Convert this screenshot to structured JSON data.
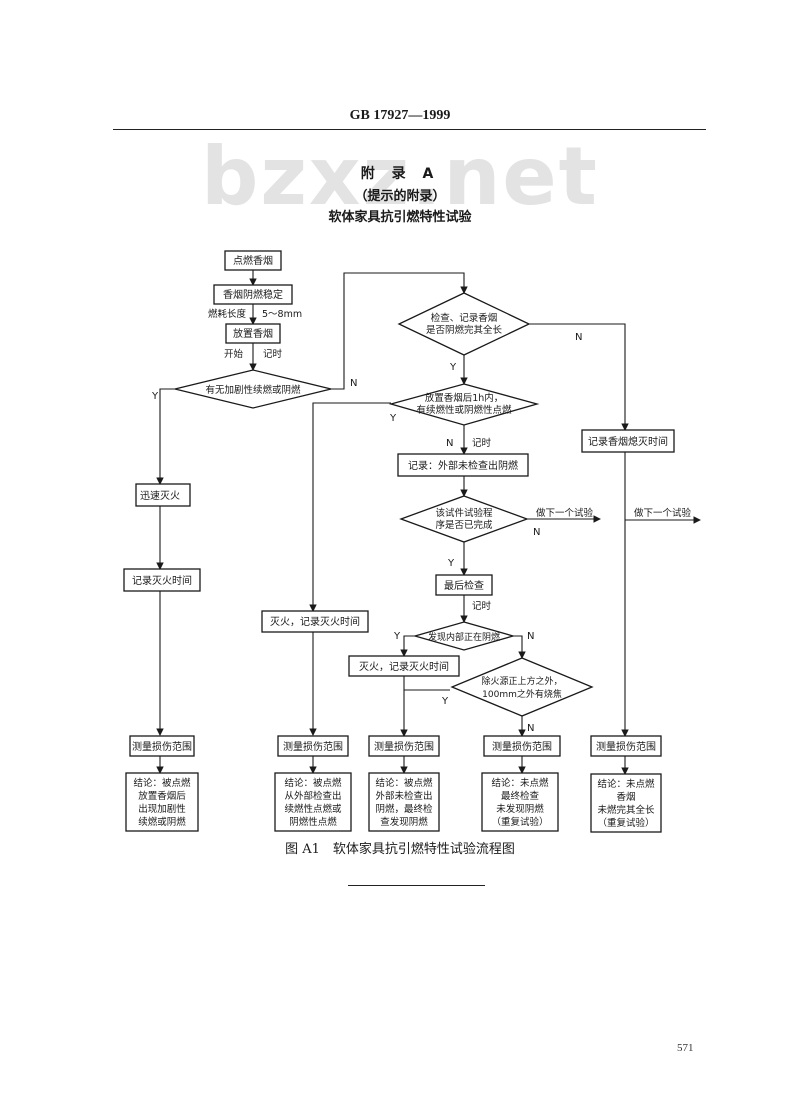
{
  "header": {
    "code": "GB 17927—1999"
  },
  "watermark": "bzxz.net",
  "title": {
    "appendix": "附 录 A",
    "note": "（提示的附录）",
    "name": "软体家具抗引燃特性试验"
  },
  "flowchart": {
    "light_cigarette": "点燃香烟",
    "smolder_stable": "香烟阴燃稳定",
    "burn_length_label": "燃耗长度",
    "burn_length_value": "5～8mm",
    "place_cigarette": "放置香烟",
    "start": "开始",
    "timing": "记时",
    "q_intense": "有无加剧性续燃或阴燃",
    "extinguish_fast": "迅速灭火",
    "record_ext_time": "记录灭火时间",
    "measure_damage": "测量损伤范围",
    "conclusion_1": [
      "结论：被点燃",
      "放置香烟后",
      "出现加剧性",
      "续燃或阴燃"
    ],
    "q_check_full_1": "检查、记录香烟",
    "q_check_full_2": "是否阴燃完其全长",
    "q_1h_1": "放置香烟后1h内，",
    "q_1h_2": "有续燃性或阴燃性点燃",
    "ext_record_time": "灭火，记录灭火时间",
    "record_no_ext_smolder": "记录：外部未检查出阴燃",
    "q_complete_1": "该试件试验程",
    "q_complete_2": "序是否已完成",
    "next_test": "做下一个试验",
    "final_check": "最后检查",
    "q_internal": "发现内部正在阴燃",
    "ext_record_time_2": "灭火，记录灭火时间",
    "q_scorch_1": "除火源正上方之外，",
    "q_scorch_2": "100mm之外有烧焦",
    "record_cig_out_time": "记录香烟熄灭时间",
    "conclusion_2": [
      "结论：被点燃",
      "从外部检查出",
      "续燃性点燃或",
      "阴燃性点燃"
    ],
    "conclusion_3": [
      "结论：被点燃",
      "外部未检查出",
      "阴燃，最终检",
      "查发现阴燃"
    ],
    "conclusion_4": [
      "结论：未点燃",
      "最终检查",
      "未发现阴燃",
      "（重复试验）"
    ],
    "conclusion_5": [
      "结论：未点燃",
      "香烟",
      "未燃完其全长",
      "（重复试验）"
    ],
    "yes": "Y",
    "no": "N"
  },
  "caption": "图 A1　软体家具抗引燃特性试验流程图",
  "page_number": "571"
}
